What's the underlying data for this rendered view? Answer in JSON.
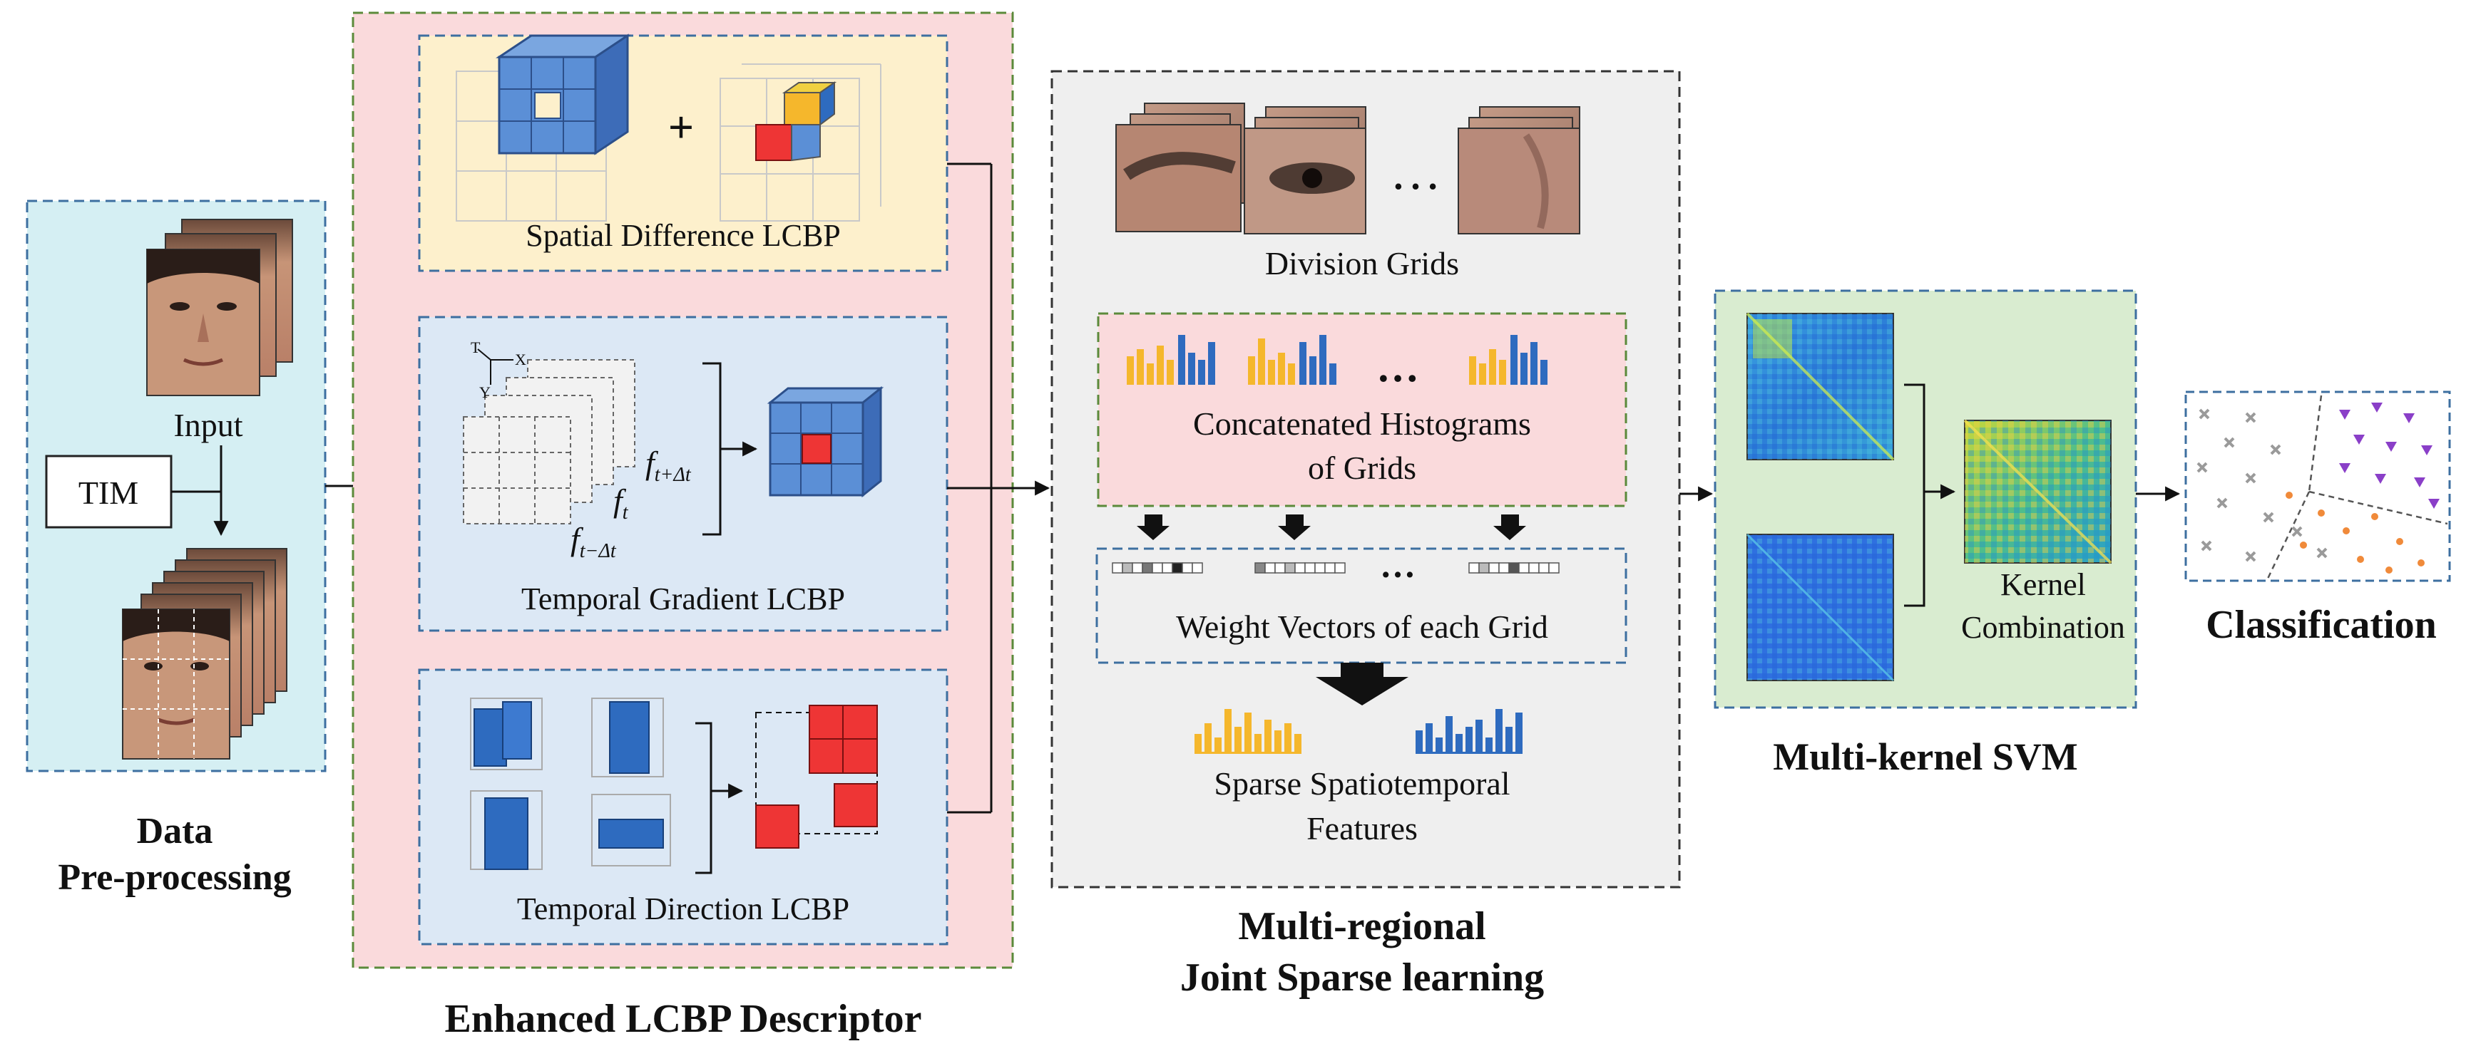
{
  "preprocessing": {
    "input_label": "Input",
    "tim_label": "TIM",
    "title_line1": "Data",
    "title_line2": "Pre-processing"
  },
  "descriptor": {
    "spatial_label": "Spatial Difference LCBP",
    "plus_sign": "+",
    "temporal_gradient_label": "Temporal Gradient LCBP",
    "temporal_direction_label": "Temporal Direction LCBP",
    "frame_f_t_plus": "f",
    "frame_f_t_plus_sub": "t+Δt",
    "frame_f_t": "f",
    "frame_f_t_sub": "t",
    "frame_f_t_minus": "f",
    "frame_f_t_minus_sub": "t−Δt",
    "axis_t": "T",
    "axis_x": "X",
    "axis_y": "Y",
    "title": "Enhanced LCBP Descriptor"
  },
  "sparse_learning": {
    "ellipsis": "…",
    "division_grids_label": "Division Grids",
    "histograms_line1": "Concatenated Histograms",
    "histograms_line2": "of Grids",
    "weight_vectors_label": "Weight Vectors of each Grid",
    "features_line1": "Sparse Spatiotemporal",
    "features_line2": "Features",
    "title_line1": "Multi-regional",
    "title_line2": "Joint Sparse learning"
  },
  "svm": {
    "kernel_line1": "Kernel",
    "kernel_line2": "Combination",
    "title": "Multi-kernel SVM"
  },
  "classification": {
    "title": "Classification"
  },
  "colors": {
    "cube_blue": "#5b8fd6",
    "cube_red": "#ee3535",
    "hist_yellow": "#f5b72c",
    "hist_blue": "#2e6bbf",
    "preproc_bg": "#d5eff3",
    "descriptor_bg": "#fadadc",
    "spatial_bg": "#fdf0cc",
    "inner_blue_bg": "#dce8f5",
    "sparse_bg": "#efefef",
    "svm_bg": "#d9ecd0"
  }
}
